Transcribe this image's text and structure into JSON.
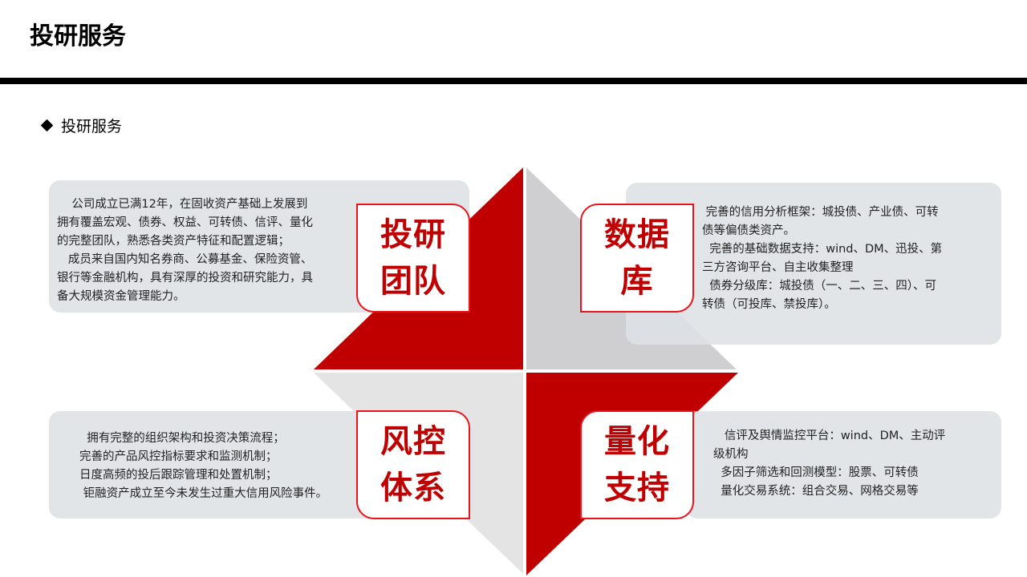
{
  "header": {
    "title": "投研服务"
  },
  "section": {
    "bullet_icon": "diamond-bullet-icon",
    "heading": "投研服务"
  },
  "colors": {
    "accent_red": "#c00000",
    "label_border_red": "#e8141b",
    "gray_triangle_dark": "#cfcfd1",
    "gray_triangle_light": "#e4e4e5",
    "info_box_bg": "#dee1e5",
    "title_rule": "#000000"
  },
  "quadrants": [
    {
      "id": "top-left",
      "label_lines": [
        "投研",
        "团队"
      ],
      "text_lines": [
        "    公司成立已满12年，在固收资产基础上发展到",
        "拥有覆盖宏观、债券、权益、可转债、信评、量化",
        "的完整团队，熟悉各类资产特征和配置逻辑；",
        "   成员来自国内知名券商、公募基金、保险资管、",
        "银行等金融机构，具有深厚的投资和研究能力，具",
        "备大规模资金管理能力。"
      ]
    },
    {
      "id": "top-right",
      "label_lines": [
        "数据",
        "库"
      ],
      "text_lines": [
        " 完善的信用分析框架：城投债、产业债、可转",
        "债等偏债类资产。",
        "  完善的基础数据支持：wind、DM、迅投、第",
        "三方咨询平台、自主收集整理",
        "  债券分级库：城投债（一、二、三、四）、可",
        "转债（可投库、禁投库）。"
      ]
    },
    {
      "id": "bottom-left",
      "label_lines": [
        "风控",
        "体系"
      ],
      "text_lines": [
        "  拥有完整的组织架构和投资决策流程；",
        "完善的产品风控指标要求和监测机制；",
        "日度高频的投后跟踪管理和处置机制；",
        " 钜融资产成立至今未发生过重大信用风险事件。"
      ]
    },
    {
      "id": "bottom-right",
      "label_lines": [
        "量化",
        "支持"
      ],
      "text_lines": [
        "   信评及舆情监控平台：wind、DM、主动评",
        "级机构",
        "  多因子筛选和回测模型：股票、可转债",
        "  量化交易系统：组合交易、网格交易等"
      ]
    }
  ]
}
